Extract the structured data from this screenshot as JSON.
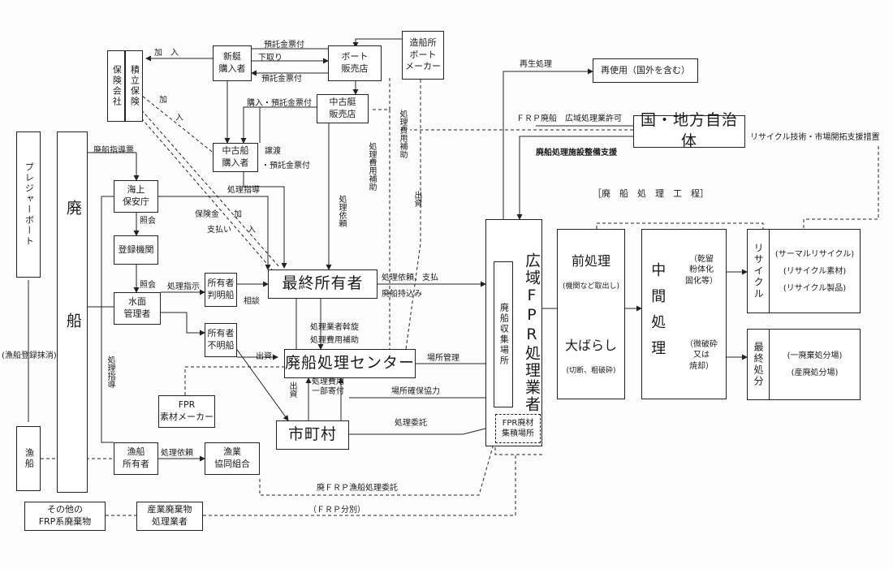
{
  "nodes": {
    "pleasure_boat": "プレジャーボート",
    "fishing_boat": "漁船",
    "haisen": "廃船",
    "insurance": "保険会社",
    "mutual": "積立保険",
    "shintei": "新艇\n購入者",
    "boat_shop": "ボート\n販売店",
    "shipyard": "造船所\nボート\nメーカー",
    "used_shop": "中古艇\n販売店",
    "used_buyer": "中古船\n購入者",
    "coast_guard": "海上\n保安庁",
    "registry": "登録機関",
    "water_admin": "水面\n管理者",
    "owner_known": "所有者\n判明船",
    "owner_unknown": "所有者\n不明船",
    "final_owner": "最終所有者",
    "center": "廃船処理センター",
    "municipality": "市町村",
    "frp_maker": "FPR\n素材メーカー",
    "fisher_owner": "漁船\n所有者",
    "fish_coop": "漁業\n協同組合",
    "other_frp": "その他の\nFRP系廃棄物",
    "industrial": "産業廃棄物\n処理業者",
    "reuse": "再使用（国外を含む）",
    "govt": "国・地方自治体",
    "wide_area": "広域FPR処理業者",
    "collection": "廃船収集場所",
    "frp_storage": "FPR廃材\n集積場所",
    "pre": "前処理",
    "pre_sub": "(機関など取出し)",
    "dismantle": "大ばらし",
    "dismantle_sub": "(切断、粗破砕)",
    "intermediate": "中間処理",
    "inter_a": "（乾留\n粉体化\n固化等）",
    "inter_b": "（微破砕\n又は\n焼却）",
    "recycle": "リサイクル",
    "recycle_items": "(サーマルリサイクル)\n(リサイクル素材)\n(リサイクル製品)",
    "final": "最終処分",
    "final_items": "(一廃棄処分場)\n(産廃処分場)"
  },
  "labels": {
    "kanyu1": "加　入",
    "kanyu2a": "加",
    "kanyu2b": "入",
    "deposit1": "預託金票付",
    "trade_in": "下取り",
    "deposit2": "預託金票付",
    "purchase": "購入・預託金票付",
    "transfer": "譲渡",
    "deposit3": "・預託金票付",
    "guidance_slip": "廃船指導票",
    "shori_shidou": "処理指導",
    "hokenkin": "保険金",
    "kanyu3a": "加",
    "shiharai": "支払い",
    "kanyu3b": "入",
    "shoukai1": "照会",
    "shoukai2": "照会",
    "shori_shiji": "処理指示",
    "soudan": "相談",
    "shori_irai_v": "処理依頼",
    "hiyou_hojo1": "処理費用補助",
    "hiyou_hojo2": "処理費用補助",
    "shushi": "出資",
    "saisei": "再生処理",
    "frp_permit": "ＦＲＰ廃船　広域処理業許可",
    "recycle_tech": "リサイクル技術・市場開拓支援措置",
    "facility_support": "廃船処理施設整備支援",
    "process_title": "［廃　船　処　理　工　程］",
    "irai_shiharai": "処理依頼、支払",
    "mochikomi": "廃船持込み",
    "assen": "処理業者斡旋",
    "hiyou_hojo3": "処理費用補助",
    "shusshi2": "出資",
    "kifu": "処理費用\n一部寄付",
    "shusshi3": "出資",
    "basho_kanri": "場所管理",
    "basho_kakuho": "場所確保協力",
    "itaku": "処理委託",
    "shori_shidou_v": "処理指導",
    "shori_irai2": "処理依頼",
    "haisen_massho": "(漁船登録抹消)",
    "gyosen_itaku": "廃ＦＲＰ漁船処理委託",
    "frp_bunbetsu": "（ＦＲＰ分別）"
  }
}
